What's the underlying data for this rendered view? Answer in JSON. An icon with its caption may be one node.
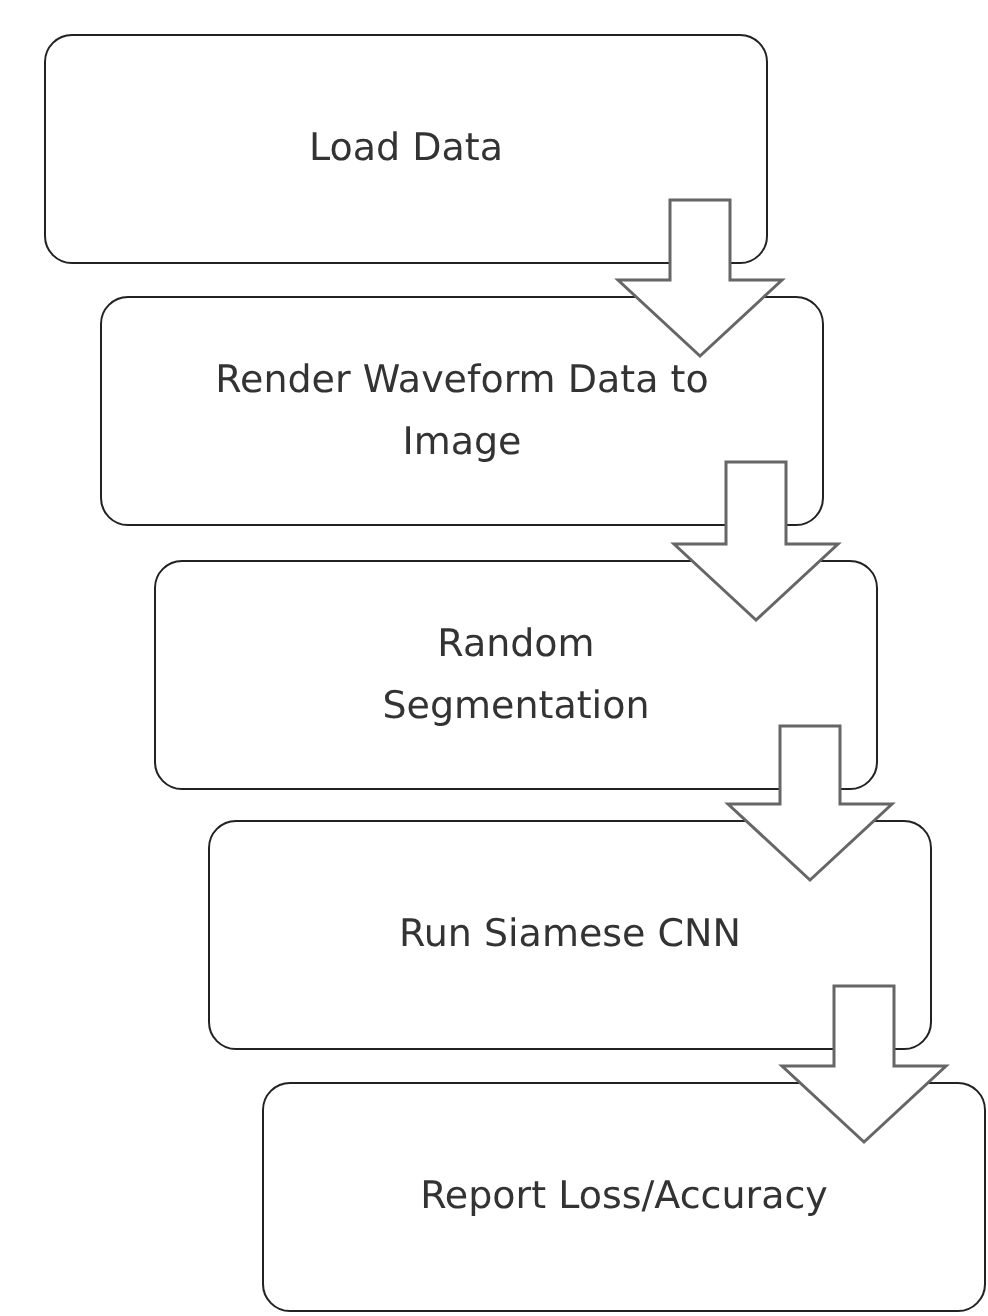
{
  "diagram": {
    "nodes": [
      {
        "text": [
          "Load Data"
        ]
      },
      {
        "text": [
          "Render Waveform Data to Image"
        ]
      },
      {
        "text": [
          "Random Segmentation"
        ]
      },
      {
        "text": [
          "Run Siamese CNN"
        ]
      },
      {
        "text": [
          "Report Loss/Accuracy"
        ]
      }
    ],
    "edges": [
      {
        "from": 0,
        "to": 1,
        "arrow": "to"
      },
      {
        "from": 1,
        "to": 2,
        "arrow": "to"
      },
      {
        "from": 2,
        "to": 3,
        "arrow": "to"
      },
      {
        "from": 3,
        "to": 4,
        "arrow": "to"
      }
    ]
  }
}
